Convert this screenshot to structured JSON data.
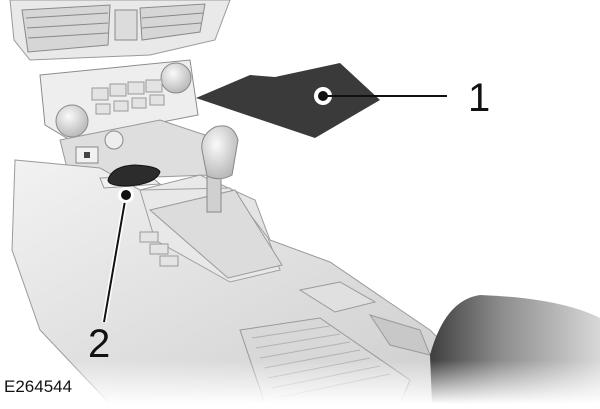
{
  "figure": {
    "id": "E264544",
    "subject": "Center console with manual gear shifter and key fob in backup slot",
    "callouts": [
      {
        "number": "1",
        "target": "dark-panel-area"
      },
      {
        "number": "2",
        "target": "key-fob-backup-slot"
      }
    ]
  },
  "colors": {
    "background": "#ffffff",
    "panel_dark": "#3a3a3a",
    "console_light": "#e6e6e6",
    "console_mid": "#cfcfcf",
    "console_shadow": "#a8a8a8",
    "line": "#111111",
    "armrest": "#7a7a7a"
  }
}
